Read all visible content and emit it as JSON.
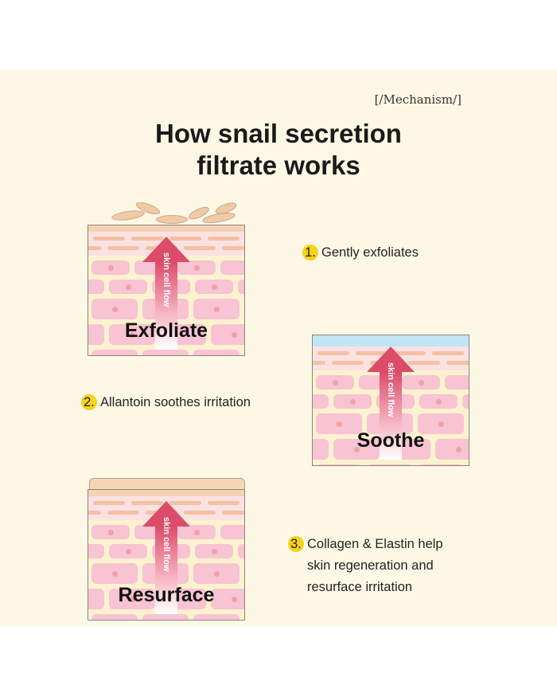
{
  "tag": "[/Mechanism/]",
  "title": [
    "How snail secretion",
    "filtrate works"
  ],
  "arrow_text": "skin cell flow",
  "panels": [
    {
      "label": "Exfoliate"
    },
    {
      "label": "Soothe"
    },
    {
      "label": "Resurface"
    }
  ],
  "steps": [
    {
      "num": "1.",
      "lines": [
        "Gently exfoliates"
      ]
    },
    {
      "num": "2.",
      "lines": [
        "Allantoin soothes irritation"
      ]
    },
    {
      "num": "3.",
      "lines": [
        "Collagen & Elastin help",
        "skin regeneration and",
        "resurface irritation"
      ]
    }
  ],
  "colors": {
    "background": "#fdf8e6",
    "badge": "#f6d21a",
    "arrow": "#dc4b6a",
    "cell": "#f8c3d3"
  }
}
